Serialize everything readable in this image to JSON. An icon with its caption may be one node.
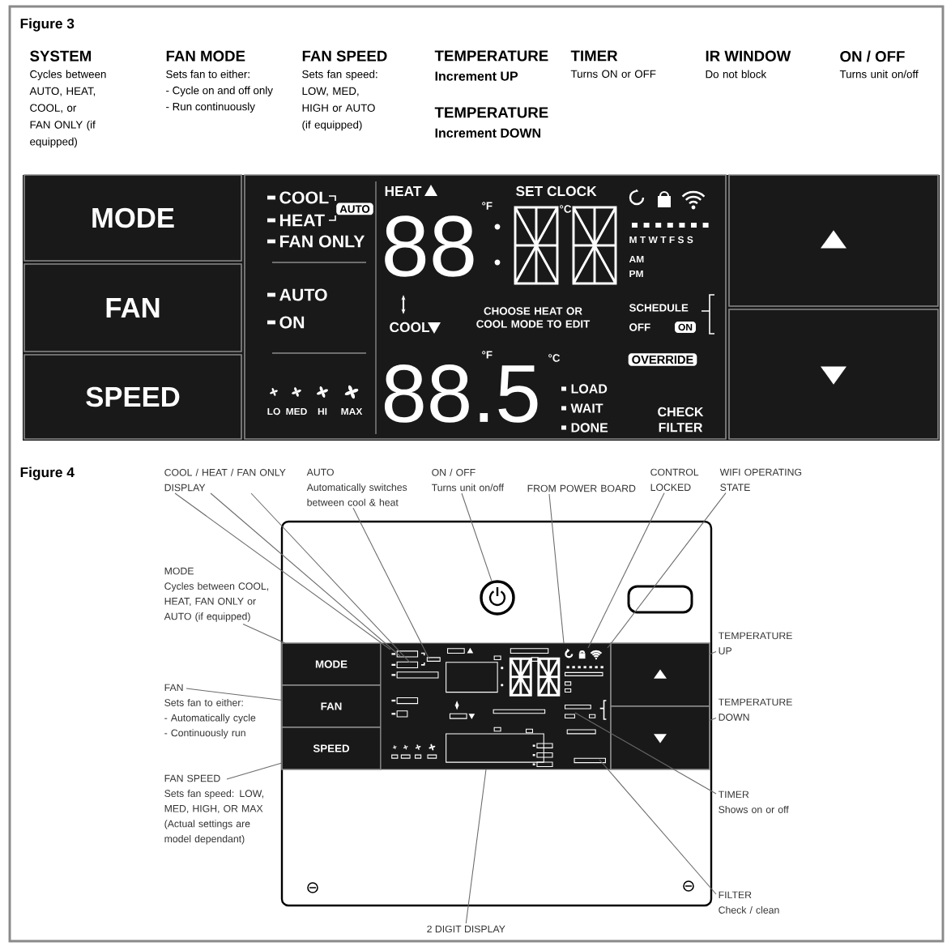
{
  "diagram": {
    "nodes": [
      {
        "text": [
          "MODE"
        ]
      },
      {
        "text": [
          "FAN"
        ]
      },
      {
        "text": [
          "SPEED"
        ]
      },
      {
        "text": [
          "COOL",
          "AUTO",
          "HEAT",
          "FAN ONLY",
          "AUTO",
          "ON",
          "LO",
          "MED",
          "HI",
          "MAX",
          "HEAT",
          "SET CLOCK",
          "88",
          "°F",
          "°C",
          "M T W T F S S",
          "AM",
          "PM",
          "COOL",
          "CHOOSE HEAT OR COOL MODE TO EDIT",
          "SCHEDULE",
          "OFF",
          "ON",
          "°F",
          "88.5",
          "°C",
          "OVERRIDE",
          "LOAD",
          "WAIT",
          "DONE",
          "CHECK FILTER"
        ]
      },
      {
        "text": [],
        "shape": "box"
      },
      {
        "text": [],
        "shape": "box"
      },
      {
        "text": [
          "COOL / HEAT / FAN ONLY DISPLAY"
        ]
      },
      {
        "text": [
          "AUTO",
          "Automatically switches between cool & heat"
        ]
      },
      {
        "text": [
          "ON / OFF",
          "Turns unit on/off"
        ]
      },
      {
        "text": [
          "FROM POWER BOARD"
        ]
      },
      {
        "text": [
          "CONTROL LOCKED"
        ]
      },
      {
        "text": [
          "WIFI OPERATING STATE"
        ]
      },
      {
        "text": [],
        "shape": "box"
      },
      {
        "text": [],
        "shape": "circle",
        "in": 12
      },
      {
        "text": [],
        "shape": "box",
        "in": 12
      },
      {
        "text": [
          "MODE"
        ],
        "in": 12
      },
      {
        "text": [
          "FAN"
        ],
        "in": 12
      },
      {
        "text": [
          "SPEED"
        ],
        "in": 12
      },
      {
        "text": [],
        "shape": "box",
        "in": 12
      },
      {
        "text": [],
        "shape": "box",
        "in": 12
      },
      {
        "text": [],
        "shape": "box",
        "in": 12
      },
      {
        "text": [
          "MODE",
          "Cycles between COOL, HEAT, FAN ONLY or AUTO (if equipped)"
        ]
      },
      {
        "text": [
          "FAN",
          "Sets fan to either:",
          "- Automatically cycle",
          "- Continuously run"
        ]
      },
      {
        "text": [
          "FAN SPEED",
          "Sets fan speed: LOW, MED, HIGH, OR MAX",
          "(Actual settings are model dependant)"
        ]
      },
      {
        "text": [
          "TEMPERATURE UP"
        ]
      },
      {
        "text": [
          "TEMPERATURE DOWN"
        ]
      },
      {
        "text": [
          "TIMER",
          "Shows on or off"
        ]
      },
      {
        "text": [
          "FILTER",
          "Check / clean"
        ]
      },
      {
        "text": [
          "2 DIGIT DISPLAY"
        ]
      }
    ],
    "edges": [
      {
        "from": 6,
        "to": 18,
        "arrow": "none"
      },
      {
        "from": 6,
        "to": 18,
        "arrow": "none"
      },
      {
        "from": 6,
        "to": 18,
        "arrow": "none"
      },
      {
        "from": 7,
        "to": 18,
        "arrow": "none"
      },
      {
        "from": 8,
        "to": 13,
        "arrow": "none"
      },
      {
        "from": 9,
        "to": 18,
        "arrow": "none"
      },
      {
        "from": 10,
        "to": 18,
        "arrow": "none"
      },
      {
        "from": 11,
        "to": 18,
        "arrow": "none"
      },
      {
        "from": 21,
        "to": 15,
        "arrow": "none"
      },
      {
        "from": 22,
        "to": 16,
        "arrow": "none"
      },
      {
        "from": 23,
        "to": 17,
        "arrow": "none"
      },
      {
        "from": 24,
        "to": 19,
        "arrow": "none"
      },
      {
        "from": 25,
        "to": 20,
        "arrow": "none"
      },
      {
        "from": 26,
        "to": 18,
        "arrow": "none"
      },
      {
        "from": 27,
        "to": 18,
        "arrow": "none"
      },
      {
        "from": 28,
        "to": 18,
        "arrow": "none"
      }
    ],
    "labels": [
      "Figure 3",
      "SYSTEM",
      "Cycles between AUTO, HEAT, COOL, or FAN ONLY (if equipped)",
      "FAN MODE",
      "Sets fan to either:",
      "- Cycle on and off only",
      "- Run continuously",
      "FAN SPEED",
      "Sets fan speed: LOW, MED, HIGH or AUTO (if equipped)",
      "TEMPERATURE",
      "Increment UP",
      "TEMPERATURE",
      "Increment DOWN",
      "TIMER",
      "Turns ON or OFF",
      "IR WINDOW",
      "Do not block",
      "ON / OFF",
      "Turns unit on/off",
      "Figure 4"
    ]
  }
}
